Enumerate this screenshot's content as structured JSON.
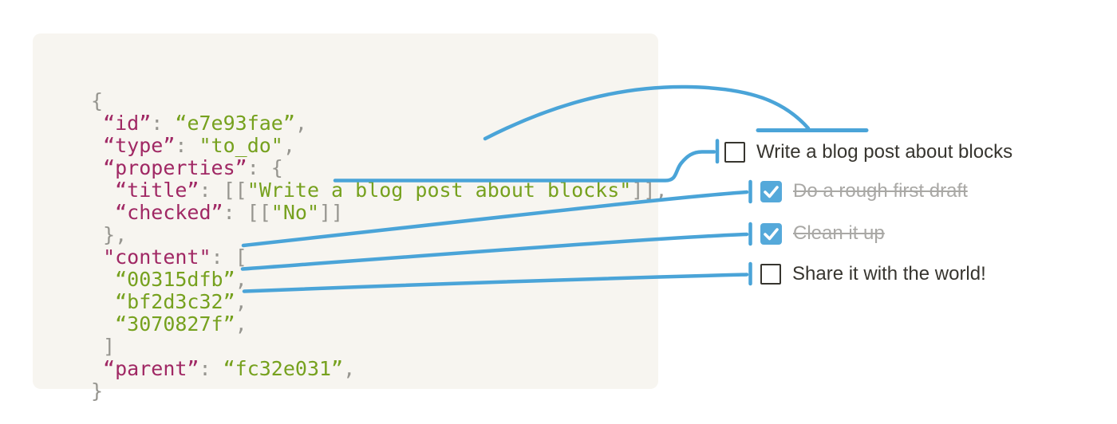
{
  "colors": {
    "accent_blue": "#4AA4D8",
    "checkbox_blue": "#55A9DA",
    "key": "#A02864",
    "value": "#76A11E",
    "punct": "#96958F",
    "code_bg": "#F7F5F0",
    "text_dark": "#37352F",
    "text_muted": "#A9A8A5",
    "checkbox_border": "#37352F"
  },
  "code_block": {
    "lines": [
      [
        {
          "t": "{",
          "c": "p"
        }
      ],
      [
        {
          "t": " ",
          "c": "p"
        },
        {
          "t": "“id”",
          "c": "k"
        },
        {
          "t": ": ",
          "c": "p"
        },
        {
          "t": "“e7e93fae”",
          "c": "v"
        },
        {
          "t": ",",
          "c": "p"
        }
      ],
      [
        {
          "t": " ",
          "c": "p"
        },
        {
          "t": "“type”",
          "c": "k"
        },
        {
          "t": ": ",
          "c": "p"
        },
        {
          "t": "\"to_do\"",
          "c": "v"
        },
        {
          "t": ",",
          "c": "p"
        }
      ],
      [
        {
          "t": " ",
          "c": "p"
        },
        {
          "t": "“properties”",
          "c": "k"
        },
        {
          "t": ": {",
          "c": "p"
        }
      ],
      [
        {
          "t": "  ",
          "c": "p"
        },
        {
          "t": "“title”",
          "c": "k"
        },
        {
          "t": ": [[",
          "c": "p"
        },
        {
          "t": "\"Write a blog post about blocks\"",
          "c": "v"
        },
        {
          "t": "]],",
          "c": "p"
        }
      ],
      [
        {
          "t": "  ",
          "c": "p"
        },
        {
          "t": "“checked”",
          "c": "k"
        },
        {
          "t": ": [[",
          "c": "p"
        },
        {
          "t": "\"No\"",
          "c": "v"
        },
        {
          "t": "]]",
          "c": "p"
        }
      ],
      [
        {
          "t": " },",
          "c": "p"
        }
      ],
      [
        {
          "t": " ",
          "c": "p"
        },
        {
          "t": "\"content\"",
          "c": "k"
        },
        {
          "t": ": [",
          "c": "p"
        }
      ],
      [
        {
          "t": "  ",
          "c": "p"
        },
        {
          "t": "“00315dfb”",
          "c": "v"
        },
        {
          "t": ",",
          "c": "p"
        }
      ],
      [
        {
          "t": "  ",
          "c": "p"
        },
        {
          "t": "“bf2d3c32”",
          "c": "v"
        },
        {
          "t": ",",
          "c": "p"
        }
      ],
      [
        {
          "t": "  ",
          "c": "p"
        },
        {
          "t": "“3070827f”",
          "c": "v"
        },
        {
          "t": ",",
          "c": "p"
        }
      ],
      [
        {
          "t": " ]",
          "c": "p"
        }
      ],
      [
        {
          "t": " ",
          "c": "p"
        },
        {
          "t": "“parent”",
          "c": "k"
        },
        {
          "t": ": ",
          "c": "p"
        },
        {
          "t": "“fc32e031”",
          "c": "v"
        },
        {
          "t": ",",
          "c": "p"
        }
      ],
      [
        {
          "t": "}",
          "c": "p"
        }
      ]
    ]
  },
  "todo_list": {
    "items": [
      {
        "label": "Write a blog post about blocks",
        "checked": false
      },
      {
        "label": "Do a rough first draft",
        "checked": true
      },
      {
        "label": "Clean it up",
        "checked": true
      },
      {
        "label": "Share it with the world!",
        "checked": false
      }
    ]
  }
}
